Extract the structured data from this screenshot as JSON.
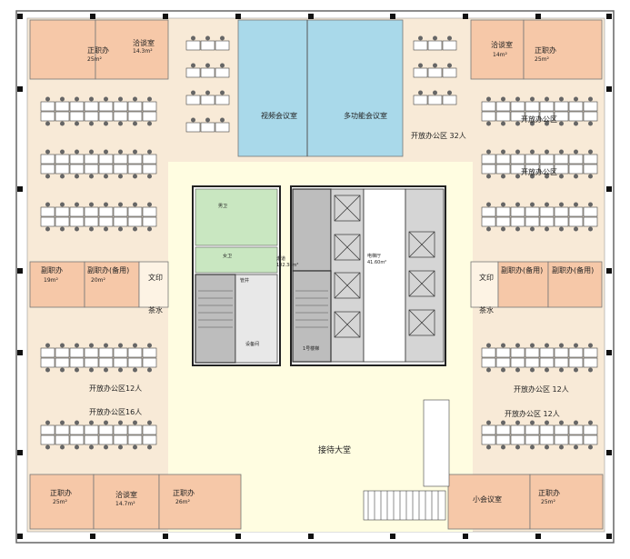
{
  "labels": {
    "ceo_office_tl": "正职办",
    "ceo_area_tl": "25m²",
    "negotiation_tl": "洽谈室",
    "negotiation_area_tl": "14.3m²",
    "video_conf": "视频会议室",
    "multi_conf": "多功能会议室",
    "open_office_top_right": "开放办公区 32人",
    "negotiation_tr": "洽谈室",
    "negotiation_area_tr": "14m²",
    "ceo_office_tr": "正职办",
    "ceo_area_tr": "25m²",
    "open_right_1": "开放办公区",
    "open_right_2": "开放办公区",
    "deputy_l1": "副职办",
    "deputy_l1_area": "19m²",
    "deputy_l2": "副职办(备用)",
    "deputy_l2_area": "20m²",
    "print_l": "文印",
    "tea_l": "茶水",
    "print_r": "文印",
    "tea_r": "茶水",
    "deputy_r1": "副职办(备用)",
    "deputy_r2": "副职办(备用)",
    "open_12_left": "开放办公区12人",
    "open_16_left": "开放办公区16人",
    "open_12_right_a": "开放办公区 12人",
    "open_12_right_b": "开放办公区 12人",
    "ceo_bl": "正职办",
    "ceo_bl_area": "25m²",
    "neg_bl": "洽谈室",
    "neg_bl_area": "14.7m²",
    "ceo_bm": "正职办",
    "ceo_bm_area": "26m²",
    "lobby": "接待大堂",
    "small_meeting": "小会议室",
    "ceo_br": "正职办",
    "ceo_br_area": "25m²",
    "elevator_hall": "电梯厅",
    "elevator_hall_area": "41.60m²",
    "corridor": "走道",
    "corridor_area": "102.38m²",
    "stair_1": "1号楼梯",
    "toilet_m": "男卫",
    "toilet_f": "女卫",
    "shaft": "管井",
    "equipment": "设备间"
  },
  "colors": {
    "office": "#f6c8a8",
    "open": "#f8ead7",
    "meeting": "#a9d9ea",
    "corridor": "#fffde1",
    "core": "#bdbdbd",
    "toilet": "#c9e7c1"
  }
}
